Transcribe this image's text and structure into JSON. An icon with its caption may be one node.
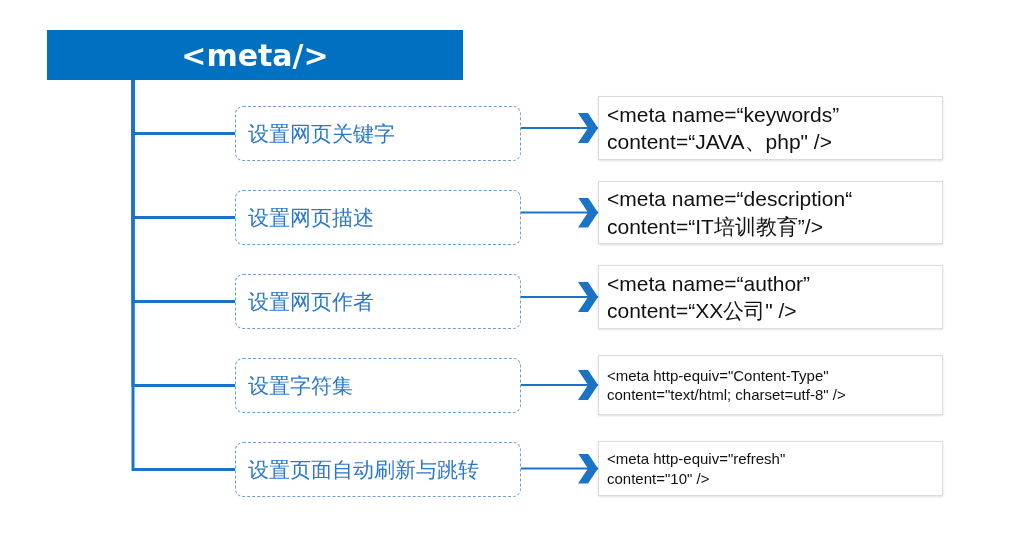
{
  "diagram": {
    "nodes": [
      {
        "text": [
          "<meta/>"
        ]
      },
      {
        "text": [
          "设置网页关键字"
        ]
      },
      {
        "text": [
          "设置网页描述"
        ]
      },
      {
        "text": [
          "设置网页作者"
        ]
      },
      {
        "text": [
          "设置字符集"
        ]
      },
      {
        "text": [
          "设置页面自动刷新与跳转"
        ]
      },
      {
        "text": [
          "<meta name=“keywords” content=“JAVA、php\" />"
        ]
      },
      {
        "text": [
          "<meta name=“description“ content=“IT培训教育”/>"
        ]
      },
      {
        "text": [
          "<meta name=“author” content=“XX公司\" />"
        ]
      },
      {
        "text": [
          "<meta http-equiv=\"Content-Type\" content=\"text/html; charset=utf-8\" />"
        ]
      },
      {
        "text": [
          "<meta http-equiv=\"refresh\" content=\"10\" />"
        ]
      }
    ],
    "edges": [
      {
        "from": 0,
        "to": 1,
        "arrow": "none"
      },
      {
        "from": 0,
        "to": 2,
        "arrow": "none"
      },
      {
        "from": 0,
        "to": 3,
        "arrow": "none"
      },
      {
        "from": 0,
        "to": 4,
        "arrow": "none"
      },
      {
        "from": 0,
        "to": 5,
        "arrow": "none"
      },
      {
        "from": 1,
        "to": 6,
        "arrow": "to"
      },
      {
        "from": 2,
        "to": 7,
        "arrow": "to"
      },
      {
        "from": 3,
        "to": 8,
        "arrow": "to"
      },
      {
        "from": 4,
        "to": 9,
        "arrow": "to"
      },
      {
        "from": 5,
        "to": 10,
        "arrow": "to"
      }
    ]
  }
}
